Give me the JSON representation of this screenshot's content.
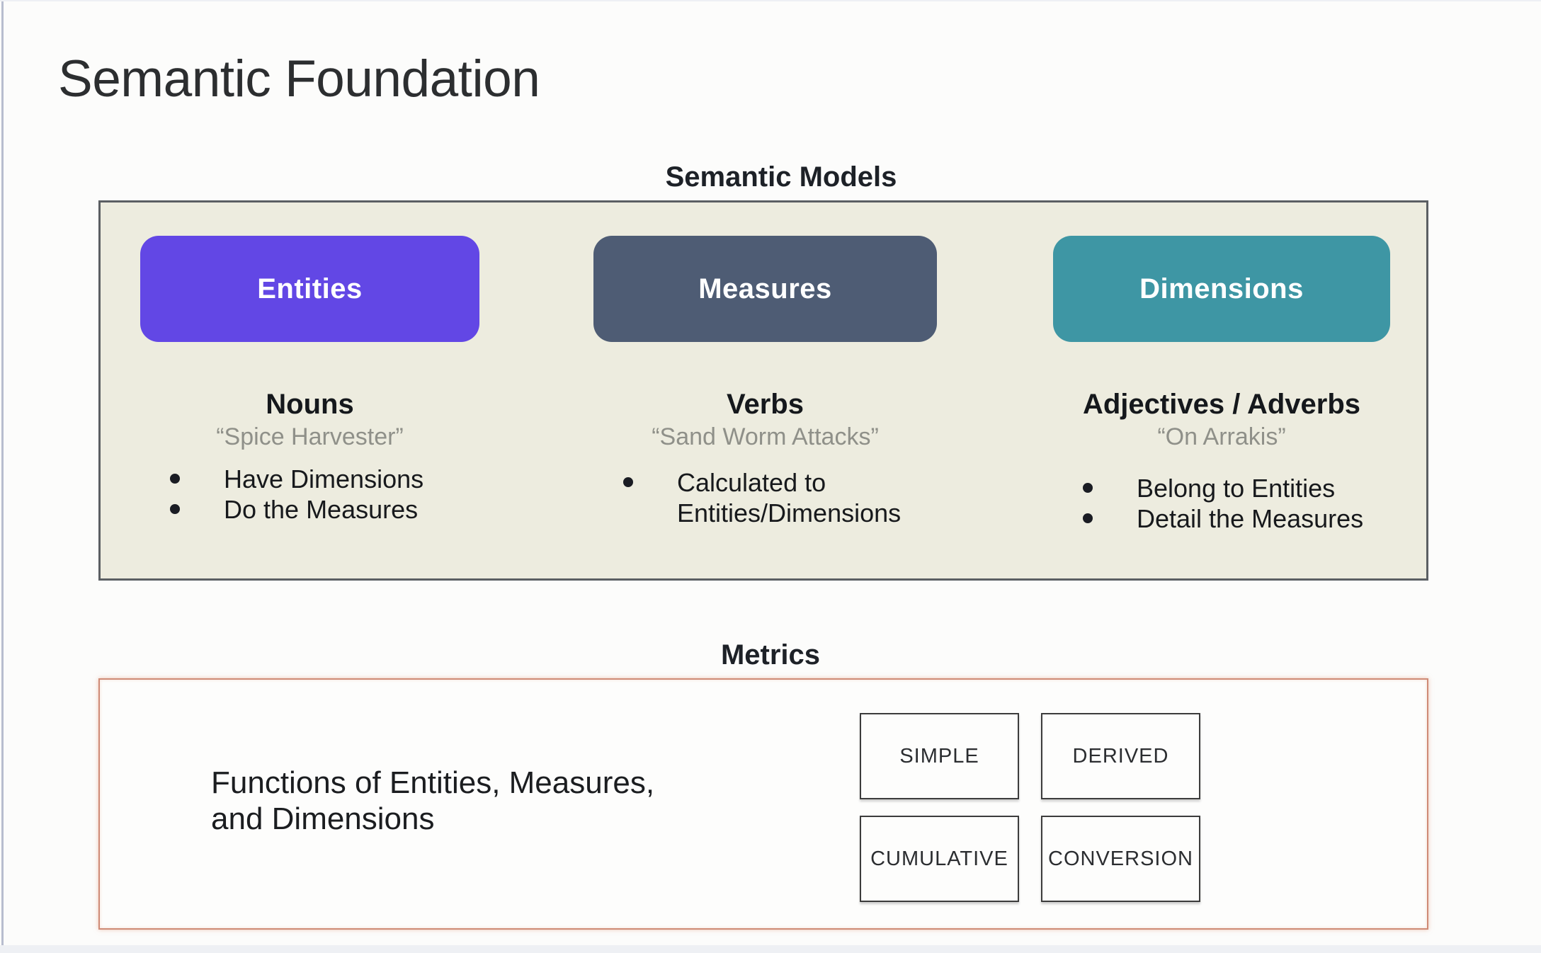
{
  "page": {
    "title": "Semantic Foundation"
  },
  "models": {
    "heading": "Semantic Models",
    "columns": [
      {
        "button_label": "Entities",
        "button_color": "#6247e5",
        "word_type": "Nouns",
        "quote": "“Spice Harvester”",
        "bullets": [
          "Have Dimensions",
          "Do the Measures"
        ]
      },
      {
        "button_label": "Measures",
        "button_color": "#4e5c74",
        "word_type": "Verbs",
        "quote": "“Sand Worm Attacks”",
        "bullets": [
          "Calculated to\nEntities/Dimensions"
        ]
      },
      {
        "button_label": "Dimensions",
        "button_color": "#3e96a4",
        "word_type": "Adjectives / Adverbs",
        "quote": "“On Arrakis”",
        "bullets": [
          "Belong to Entities",
          "Detail the Measures"
        ]
      }
    ]
  },
  "metrics": {
    "heading": "Metrics",
    "description": "Functions of Entities, Measures,\nand Dimensions",
    "tiles": [
      "SIMPLE",
      "DERIVED",
      "CUMULATIVE",
      "CONVERSION"
    ]
  },
  "colors": {
    "panel_background": "#edecdf",
    "panel_border": "#5b5f63",
    "metrics_border": "#cf8b76",
    "entities": "#6247e5",
    "measures": "#4e5c74",
    "dimensions": "#3e96a4"
  }
}
